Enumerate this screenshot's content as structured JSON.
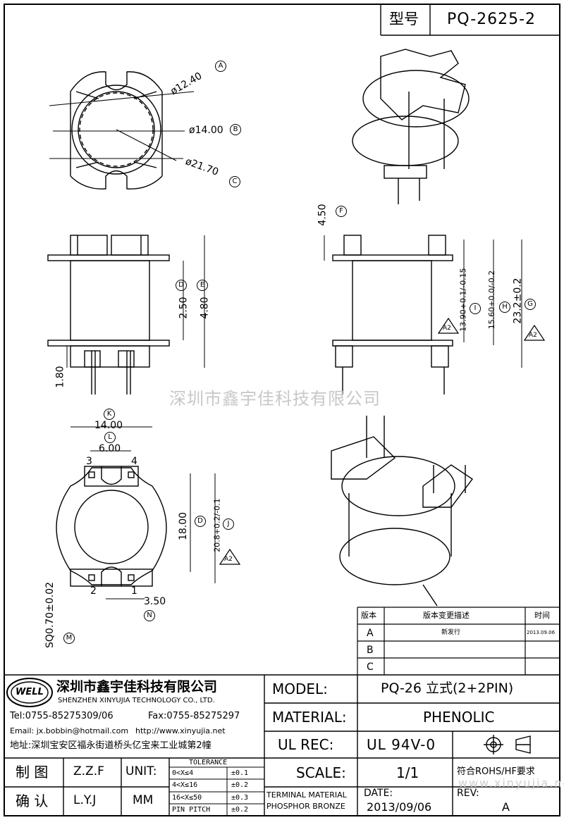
{
  "header": {
    "model_label": "型号",
    "model_value": "PQ-2625-2"
  },
  "dimensions": {
    "top_view": [
      {
        "text": "ø12.40",
        "ref": "A"
      },
      {
        "text": "ø14.00",
        "ref": "B"
      },
      {
        "text": "ø21.70",
        "ref": "C"
      }
    ],
    "front_view": [
      {
        "text": "2.50",
        "ref": "D"
      },
      {
        "text": "4.80",
        "ref": "E"
      },
      {
        "text": "1.80"
      }
    ],
    "side_view": [
      {
        "text": "4.50",
        "ref": "F"
      },
      {
        "text": "13.90+0.1/-0.15",
        "ref": "I"
      },
      {
        "text": "15.60+0.0/-0.2",
        "ref": "H"
      },
      {
        "text": "23.2±0.2",
        "ref": "G"
      }
    ],
    "bottom_view": [
      {
        "text": "14.00",
        "ref": "K"
      },
      {
        "text": "6.00",
        "ref": "L"
      },
      {
        "text": "18.00",
        "ref": "D"
      },
      {
        "text": "20.8+0.2/-0.1",
        "ref": "J"
      },
      {
        "text": "3.50",
        "ref": "N"
      },
      {
        "text": "SQ0.70±0.02",
        "ref": "M"
      }
    ],
    "pins": [
      "3",
      "4",
      "2",
      "1"
    ],
    "revision_flag": "A2"
  },
  "watermark": "深圳市鑫宇佳科技有限公司",
  "watermark2": "www.xinyujia.net",
  "revision_table": {
    "headers": [
      "版本",
      "版本变更描述",
      "时间"
    ],
    "rows": [
      {
        "rev": "A",
        "desc": "新发行",
        "date": "2013.09.06"
      },
      {
        "rev": "B",
        "desc": "",
        "date": ""
      },
      {
        "rev": "C",
        "desc": "",
        "date": ""
      }
    ]
  },
  "company": {
    "logo": "WELL",
    "name_cn": "深圳市鑫宇佳科技有限公司",
    "name_en": "SHENZHEN XINYUJIA TECHNOLOGY CO., LTD.",
    "tel": "Tel:0755-85275309/06",
    "fax": "Fax:0755-85275297",
    "email": "Email: jx.bobbin@hotmail.com",
    "http": "http://www.xinyujia.net",
    "address": "地址:深圳宝安区福永街道桥头亿宝来工业城第2幢"
  },
  "title_block": {
    "model_label": "MODEL:",
    "model_value": "PQ-26 立式(2+2PIN)",
    "material_label": "MATERIAL:",
    "material_value": "PHENOLIC",
    "ulrec_label": "UL REC:",
    "ulrec_value": "UL 94V-0",
    "scale_label": "SCALE:",
    "scale_value": "1/1",
    "rohs": "符合ROHS/HF要求",
    "terminal_material": "TERMINAL MATERIAL",
    "terminal_value": "PHOSPHOR BRONZE",
    "date_label": "DATE:",
    "date_value": "2013/09/06",
    "rev_label": "REV:",
    "rev_value": "A",
    "draw_label": "制 图",
    "draw_value": "Z.Z.F",
    "check_label": "确 认",
    "check_value": "L.Y.J",
    "unit_label": "UNIT:",
    "unit_value": "MM",
    "tolerance_title": "TOLERANCE",
    "tolerances": [
      {
        "range": "0<X≤4",
        "tol": "±0.1"
      },
      {
        "range": "4<X≤16",
        "tol": "±0.2"
      },
      {
        "range": "16<X≤50",
        "tol": "±0.3"
      },
      {
        "range": "PIN PITCH",
        "tol": "±0.2"
      }
    ]
  }
}
